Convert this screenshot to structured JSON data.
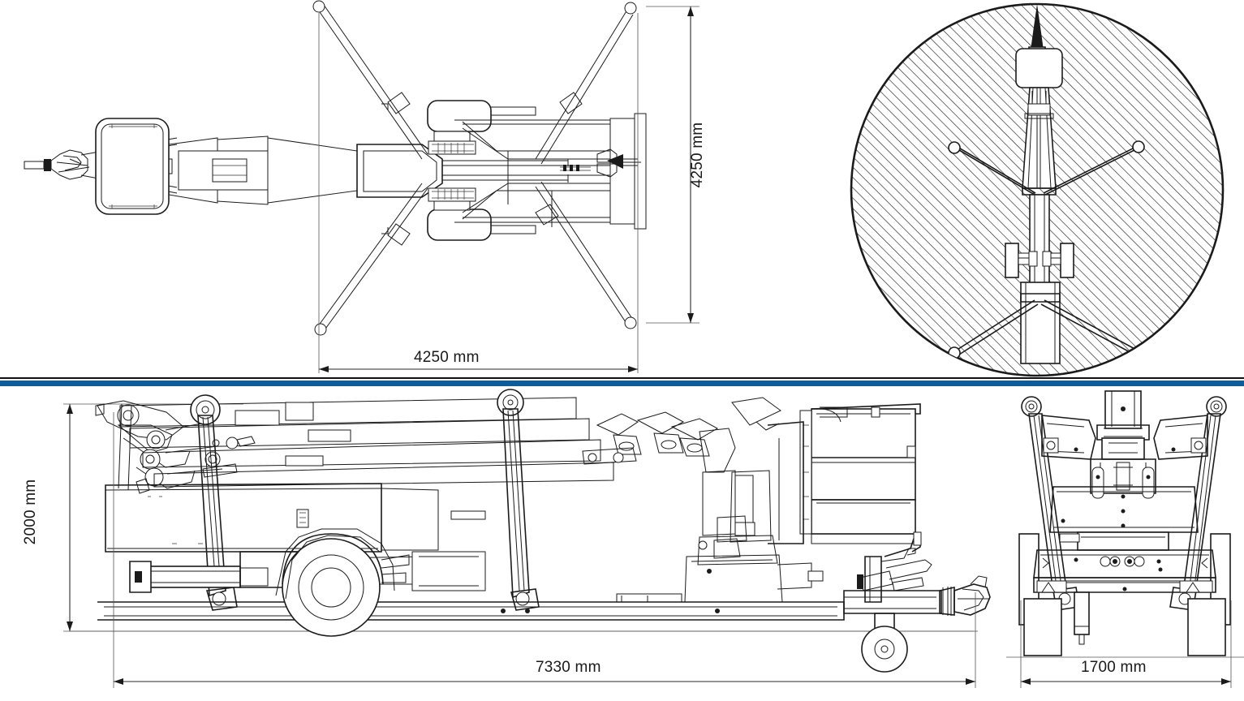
{
  "document": {
    "type": "technical-drawing",
    "subject": "towable articulated spider boom lift",
    "views": [
      {
        "id": "plan-outriggers",
        "name": "Top plan view with outriggers deployed",
        "position": "top-left"
      },
      {
        "id": "working-circle",
        "name": "Circular working-area plan view",
        "position": "top-right"
      },
      {
        "id": "side-elevation",
        "name": "Side elevation, stowed for transport",
        "position": "bottom-left"
      },
      {
        "id": "rear-elevation",
        "name": "Rear elevation",
        "position": "bottom-right"
      }
    ]
  },
  "dimensions": {
    "plan_width": {
      "label": "4250 mm",
      "value": 4250,
      "unit": "mm",
      "orientation": "horizontal",
      "view": "plan-outriggers"
    },
    "plan_depth": {
      "label": "4250 mm",
      "value": 4250,
      "unit": "mm",
      "orientation": "vertical",
      "view": "plan-outriggers"
    },
    "transport_height": {
      "label": "2000 mm",
      "value": 2000,
      "unit": "mm",
      "orientation": "vertical",
      "view": "side-elevation"
    },
    "transport_length": {
      "label": "7330 mm",
      "value": 7330,
      "unit": "mm",
      "orientation": "horizontal",
      "view": "side-elevation"
    },
    "transport_width": {
      "label": "1700 mm",
      "value": 1700,
      "unit": "mm",
      "orientation": "horizontal",
      "view": "rear-elevation"
    }
  },
  "style": {
    "line_color": "#1b1b1b",
    "background": "#ffffff",
    "divider_blue": "#0f5c9c",
    "divider_rule": "#111111",
    "hatch_color": "#1b1b1b"
  }
}
